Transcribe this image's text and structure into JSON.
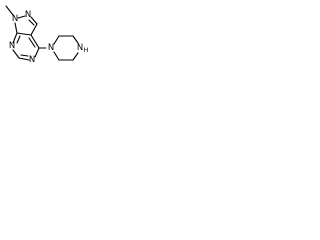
{
  "molecule": {
    "atoms": {
      "n_methyl": "N",
      "n_pyrazole_2": "N",
      "n_pyrimidine_5": "N",
      "n_pyrimidine_7": "N",
      "n_piperazine_1": "N",
      "n_piperazine_4": "N",
      "h_piperazine": "H"
    }
  },
  "colors": {
    "bond": "#000000",
    "background": "#ffffff"
  }
}
